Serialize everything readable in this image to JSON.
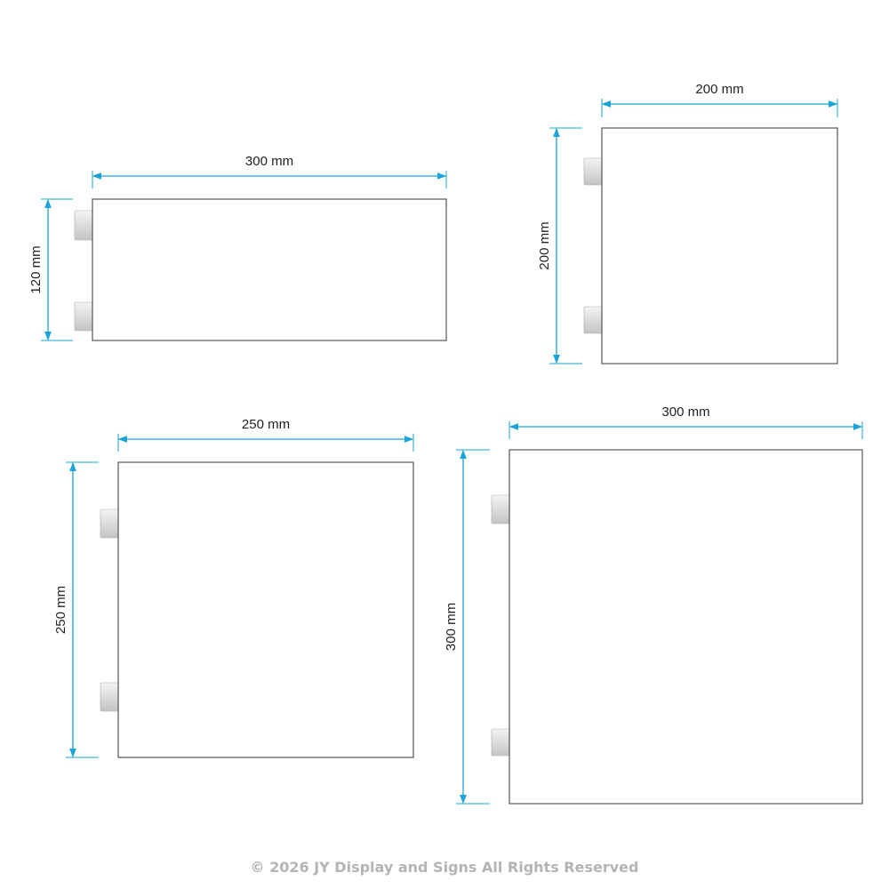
{
  "colors": {
    "dimension": "#1aa3d6",
    "outline": "#555555",
    "footer": "#b4b4b4"
  },
  "panels": [
    {
      "width_label": "300 mm",
      "height_label": "120 mm"
    },
    {
      "width_label": "200 mm",
      "height_label": "200 mm"
    },
    {
      "width_label": "250 mm",
      "height_label": "250 mm"
    },
    {
      "width_label": "300 mm",
      "height_label": "300 mm"
    }
  ],
  "footer": "© 2026 JY Display and Signs All Rights Reserved"
}
